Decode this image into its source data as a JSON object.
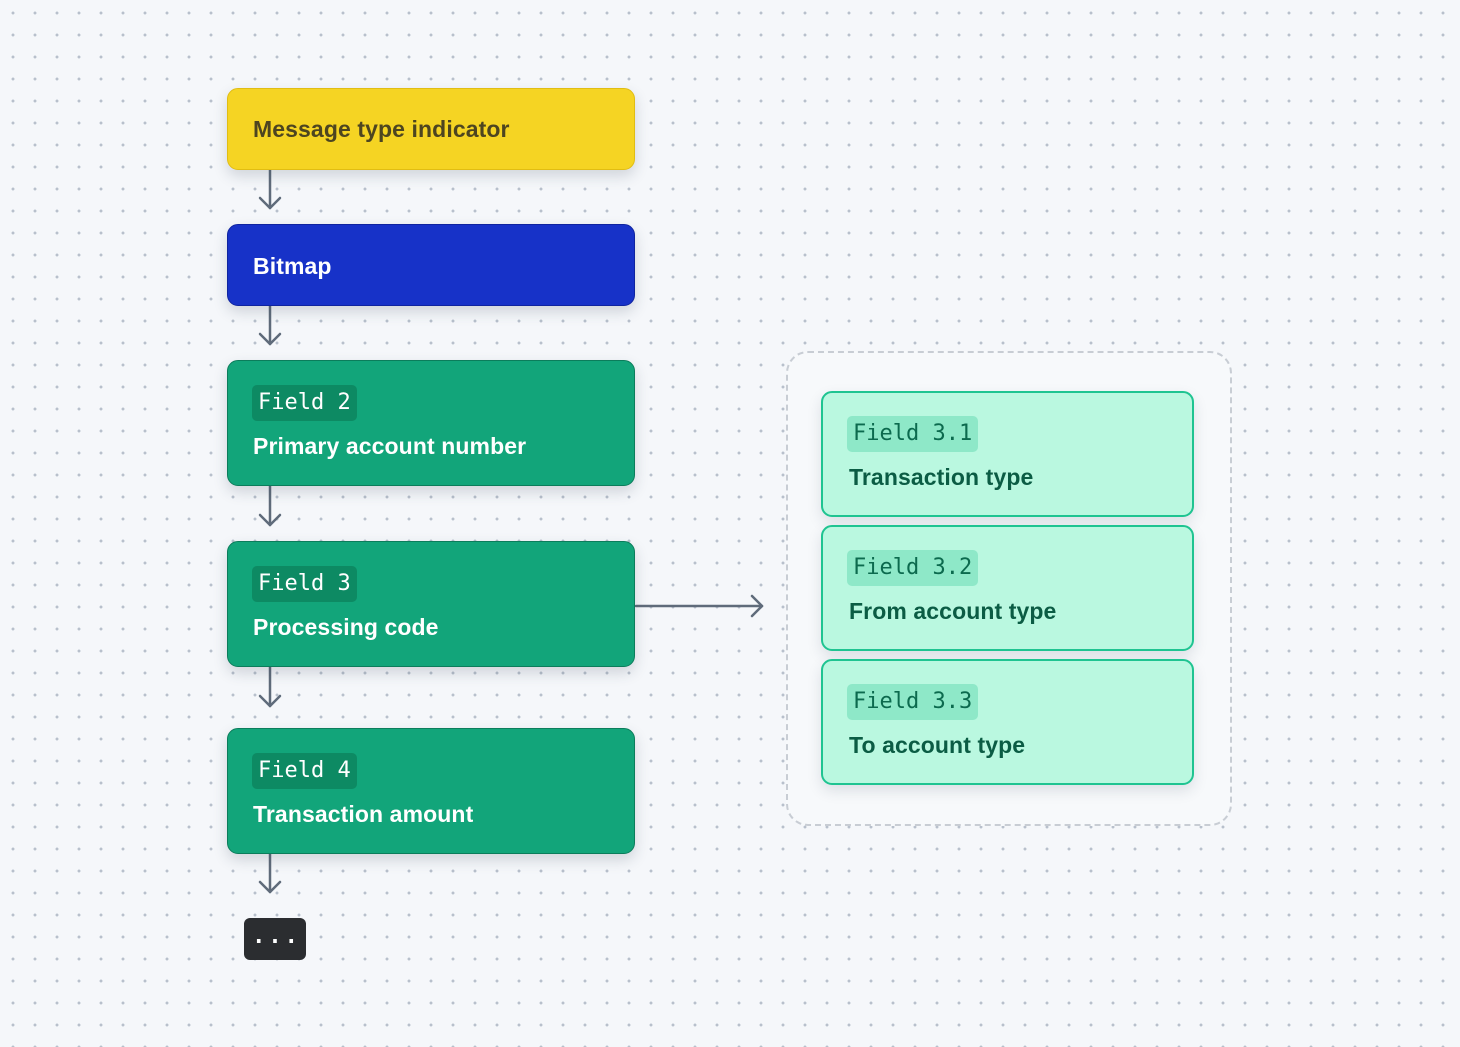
{
  "flow": {
    "mti": {
      "title": "Message type indicator"
    },
    "bitmap": {
      "title": "Bitmap"
    },
    "field2": {
      "tag": "Field 2",
      "title": "Primary account number"
    },
    "field3": {
      "tag": "Field 3",
      "title": "Processing code"
    },
    "field4": {
      "tag": "Field 4",
      "title": "Transaction amount"
    },
    "more": {
      "label": "..."
    }
  },
  "subfields": {
    "f31": {
      "tag": "Field 3.1",
      "title": "Transaction type"
    },
    "f32": {
      "tag": "Field 3.2",
      "title": "From account type"
    },
    "f33": {
      "tag": "Field 3.3",
      "title": "To account type"
    }
  },
  "colors": {
    "mti": "#f5d423",
    "bitmap": "#1732c8",
    "field": "#12a57a",
    "subfield": "#baf8e0",
    "connector": "#5f6b7a"
  },
  "icons": {
    "connector": "down-arrow-icon",
    "branch": "right-arrow-icon"
  }
}
